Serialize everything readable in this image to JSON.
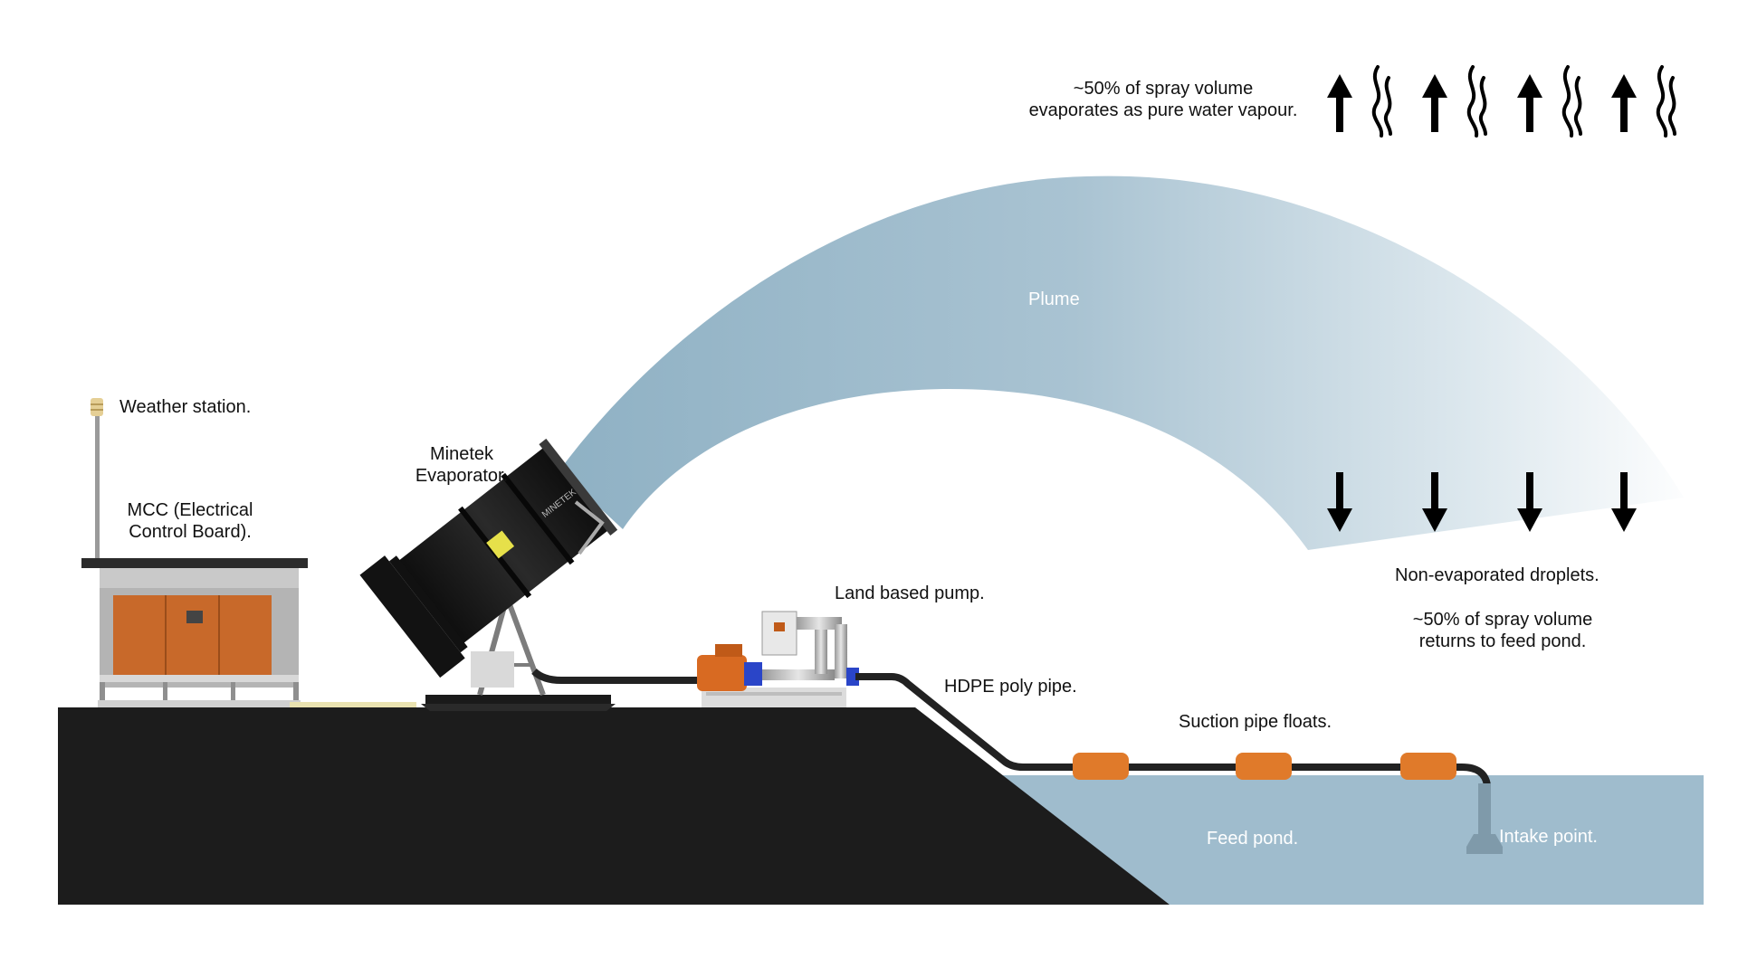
{
  "labels": {
    "weather_station": "Weather station.",
    "mcc_line1": "MCC (Electrical",
    "mcc_line2": "Control Board).",
    "evaporator_line1": "Minetek",
    "evaporator_line2": "Evaporator.",
    "land_pump": "Land based pump.",
    "hdpe_pipe": "HDPE poly pipe.",
    "suction_floats": "Suction pipe floats.",
    "plume": "Plume",
    "evaporates_line1": "~50% of spray volume",
    "evaporates_line2": "evaporates as pure water vapour.",
    "droplets": "Non-evaporated droplets.",
    "returns_line1": "~50% of spray volume",
    "returns_line2": "returns to feed pond.",
    "feed_pond": "Feed pond.",
    "intake_point": "Intake point.",
    "brand_mark": "MINETEK"
  },
  "colors": {
    "ground": "#1c1c1c",
    "pond": "#9fbccd",
    "plume_start": "#8fb1c4",
    "plume_end": "#ffffff",
    "float": "#e07a2a",
    "pipe": "#222222",
    "mcc_panel": "#c8692a",
    "pump_motor": "#d86a22",
    "flange": "#2a45c8"
  },
  "icons": {
    "up_arrows": [
      "arrow-up-icon",
      "arrow-up-icon",
      "arrow-up-icon",
      "arrow-up-icon"
    ],
    "vapour": [
      "vapour-wave-icon",
      "vapour-wave-icon",
      "vapour-wave-icon",
      "vapour-wave-icon"
    ],
    "down_arrows": [
      "arrow-down-icon",
      "arrow-down-icon",
      "arrow-down-icon",
      "arrow-down-icon"
    ]
  }
}
